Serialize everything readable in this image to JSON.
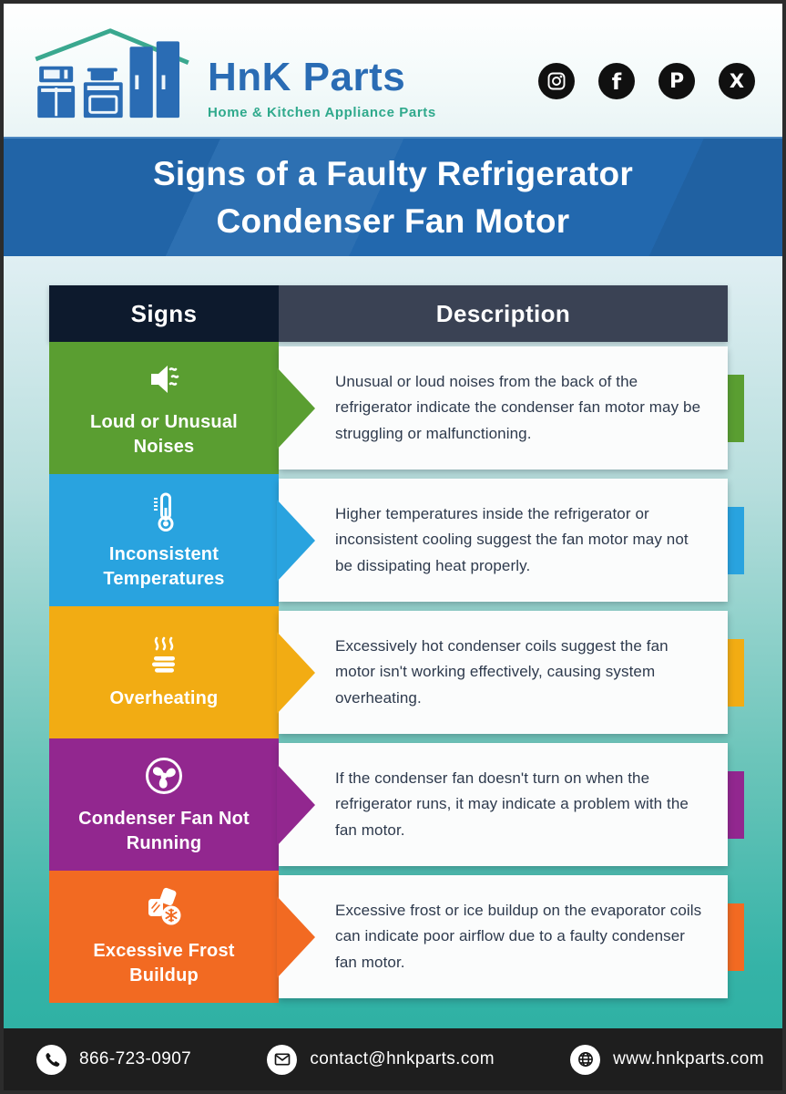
{
  "header": {
    "brand_name": "HnK Parts",
    "tagline": "Home & Kitchen Appliance Parts",
    "social": [
      {
        "name": "instagram"
      },
      {
        "name": "facebook"
      },
      {
        "name": "pinterest"
      },
      {
        "name": "x"
      }
    ]
  },
  "banner": {
    "title": "Signs of a Faulty Refrigerator Condenser Fan Motor",
    "background_color": "#2268ae"
  },
  "table": {
    "columns": [
      "Signs",
      "Description"
    ],
    "rows": [
      {
        "sign": "Loud or Unusual Noises",
        "icon": "speaker-icon",
        "color": "#5a9e31",
        "description": "Unusual or loud noises from the back of the refrigerator indicate the condenser fan motor may be struggling or malfunctioning."
      },
      {
        "sign": "Inconsistent Temperatures",
        "icon": "thermometer-icon",
        "color": "#29a3df",
        "description": "Higher temperatures inside the refrigerator or inconsistent cooling suggest the fan motor may not be dissipating heat properly."
      },
      {
        "sign": "Overheating",
        "icon": "heat-icon",
        "color": "#f2ac13",
        "description": "Excessively hot condenser coils suggest the fan motor isn't working effectively, causing system overheating."
      },
      {
        "sign": "Condenser Fan Not Running",
        "icon": "fan-icon",
        "color": "#92278f",
        "description": "If the condenser fan doesn't turn on when the refrigerator runs, it may indicate a problem with the fan motor."
      },
      {
        "sign": "Excessive Frost Buildup",
        "icon": "frost-icon",
        "color": "#f26a22",
        "description": "Excessive frost or ice buildup on the evaporator coils can indicate poor airflow due to a faulty condenser fan motor."
      }
    ]
  },
  "footer": {
    "phone": "866-723-0907",
    "email": "contact@hnkparts.com",
    "website": "www.hnkparts.com",
    "background_color": "#1e1e1e"
  },
  "colors": {
    "header_signs_bg": "#0d1a2d",
    "header_desc_bg": "#3a4254",
    "brand_blue": "#2a6cb4",
    "brand_teal": "#2fa98c",
    "content_gradient_top": "#e0eff3",
    "content_gradient_bottom": "#2fb1a4"
  }
}
